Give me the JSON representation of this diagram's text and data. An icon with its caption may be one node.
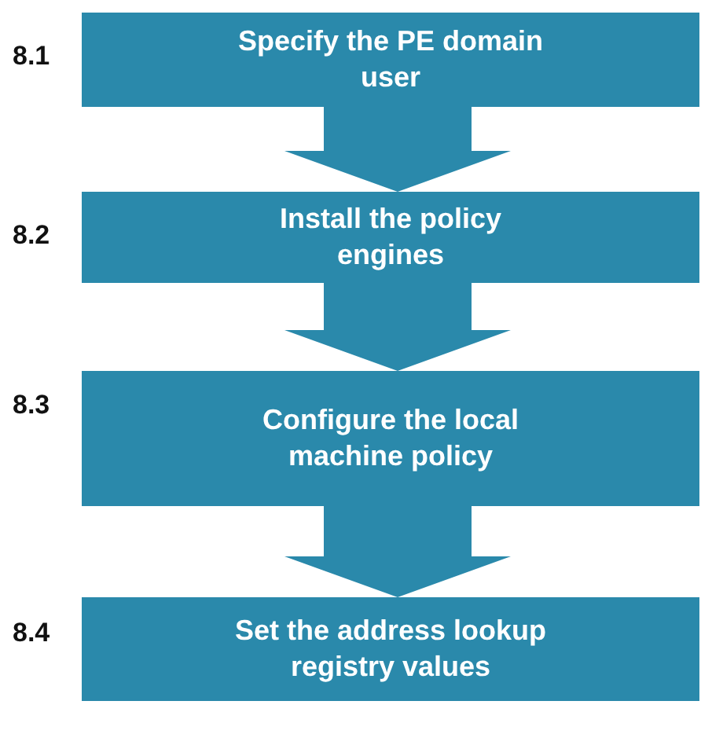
{
  "diagram": {
    "nodes": [
      {
        "text": [
          "Specify the PE domain user"
        ],
        "beside": [
          "8.1"
        ]
      },
      {
        "text": [
          "Install the policy engines"
        ],
        "beside": [
          "8.2"
        ]
      },
      {
        "text": [
          "Configure the local machine policy"
        ],
        "beside": [
          "8.3"
        ]
      },
      {
        "text": [
          "Set the address lookup registry values"
        ],
        "beside": [
          "8.4"
        ]
      }
    ],
    "edges": [
      {
        "from": 0,
        "to": 1,
        "arrow": "to"
      },
      {
        "from": 1,
        "to": 2,
        "arrow": "to"
      },
      {
        "from": 2,
        "to": 3,
        "arrow": "to"
      }
    ]
  }
}
